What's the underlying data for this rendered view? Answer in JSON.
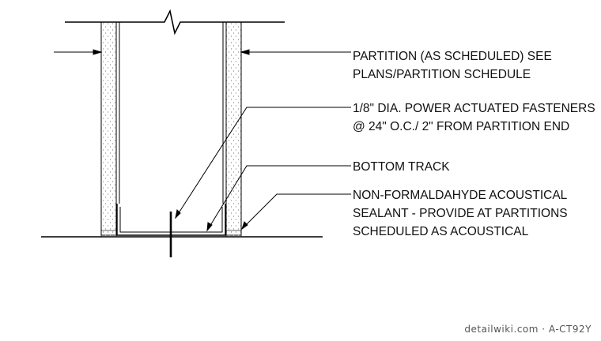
{
  "callouts": {
    "partition": [
      "PARTITION (AS SCHEDULED) SEE",
      "PLANS/PARTITION SCHEDULE"
    ],
    "fasteners": [
      "1/8\" DIA. POWER ACTUATED FASTENERS",
      "@ 24\" O.C./ 2\" FROM PARTITION END"
    ],
    "bottom_track": [
      "BOTTOM TRACK"
    ],
    "sealant": [
      "NON-FORMALDAHYDE ACOUSTICAL",
      "SEALANT - PROVIDE AT PARTITIONS",
      "SCHEDULED AS ACOUSTICAL"
    ]
  },
  "watermark": "detailwiki.com · A-CT92Y"
}
